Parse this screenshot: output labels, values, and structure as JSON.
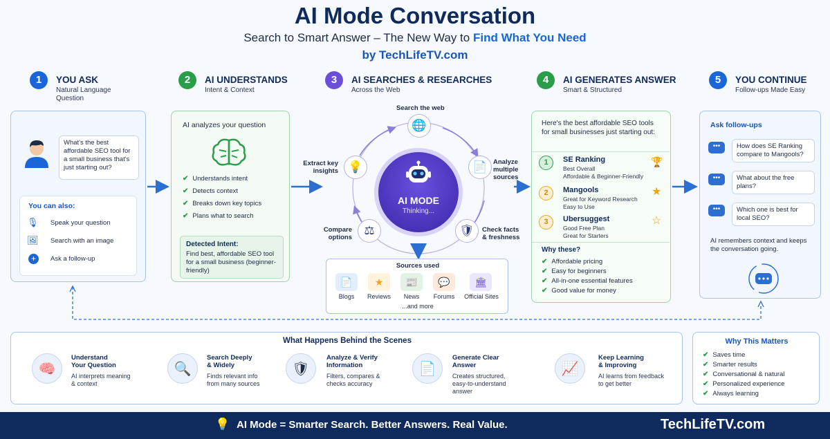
{
  "header": {
    "title": "AI Mode Conversation",
    "subtitle_pre": "Search to Smart Answer – The New Way to ",
    "subtitle_hl": "Find What You Need",
    "byline": "by TechLifeTV.com"
  },
  "steps": [
    {
      "num": "1",
      "title": "YOU ASK",
      "sub": "Natural Language\nQuestion",
      "color": "#1a66d9"
    },
    {
      "num": "2",
      "title": "AI UNDERSTANDS",
      "sub": "Intent & Context",
      "color": "#2a9d4b"
    },
    {
      "num": "3",
      "title": "AI SEARCHES & RESEARCHES",
      "sub": "Across the Web",
      "color": "#6c4fd8"
    },
    {
      "num": "4",
      "title": "AI GENERATES ANSWER",
      "sub": "Smart & Structured",
      "color": "#2a9d4b"
    },
    {
      "num": "5",
      "title": "YOU CONTINUE",
      "sub": "Follow-ups Made Easy",
      "color": "#1a66d9"
    }
  ],
  "panel1": {
    "question": "What's the best affordable SEO tool for a small business that's just starting out?",
    "also_title": "You can also:",
    "options": [
      "Speak your question",
      "Search with an image",
      "Ask a follow-up"
    ]
  },
  "panel2": {
    "title": "AI analyzes your question",
    "items": [
      "Understands intent",
      "Detects context",
      "Breaks down key topics",
      "Plans what to search"
    ],
    "intent_title": "Detected Intent:",
    "intent_text": "Find best, affordable SEO tool for a small business (beginner-friendly)"
  },
  "panel3": {
    "center_title": "AI MODE",
    "center_sub": "Thinking...",
    "search_web": "Search the web",
    "extract": "Extract key\ninsights",
    "analyze": "Analyze\nmultiple\nsources",
    "compare": "Compare\noptions",
    "check": "Check facts\n& freshness",
    "sources_title": "Sources used",
    "sources": [
      "Blogs",
      "Reviews",
      "News",
      "Forums",
      "Official Sites"
    ],
    "sources_more": "...and more"
  },
  "panel4": {
    "intro": "Here's the best affordable SEO tools for small businesses just starting out:",
    "tools": [
      {
        "num": "1",
        "name": "SE Ranking",
        "desc": "Best Overall\nAffordable & Beginner-Friendly",
        "color": "#2a9d4b"
      },
      {
        "num": "2",
        "name": "Mangools",
        "desc": "Great for Keyword Research\nEasy to Use",
        "color": "#f0a416"
      },
      {
        "num": "3",
        "name": "Ubersuggest",
        "desc": "Good Free Plan\nGreat for Starters",
        "color": "#f0a416"
      }
    ],
    "why_title": "Why these?",
    "why_items": [
      "Affordable pricing",
      "Easy for beginners",
      "All-in-one essential features",
      "Good value for money"
    ]
  },
  "panel5": {
    "title": "Ask follow-ups",
    "followups": [
      "How does SE Ranking compare to Mangools?",
      "What about the free plans?",
      "Which one is best for local SEO?"
    ],
    "memory": "AI remembers context and keeps the conversation going."
  },
  "behind": {
    "title": "What Happens Behind the Scenes",
    "stages": [
      {
        "title": "Understand\nYour Question",
        "desc": "AI interprets meaning\n& context",
        "icon": "brain-icon"
      },
      {
        "title": "Search Deeply\n& Widely",
        "desc": "Finds relevant info\nfrom many sources",
        "icon": "magnifier-icon"
      },
      {
        "title": "Analyze & Verify\nInformation",
        "desc": "Filters, compares &\nchecks accuracy",
        "icon": "shield-check-icon"
      },
      {
        "title": "Generate Clear\nAnswer",
        "desc": "Creates structured,\neasy-to-understand\nanswer",
        "icon": "document-icon"
      },
      {
        "title": "Keep Learning\n& Improving",
        "desc": "AI learns from feedback\nto get better",
        "icon": "growth-chart-icon"
      }
    ]
  },
  "why_matters": {
    "title": "Why This Matters",
    "items": [
      "Saves time",
      "Smarter results",
      "Conversational & natural",
      "Personalized experience",
      "Always learning"
    ]
  },
  "footer": {
    "tagline": "AI Mode = Smarter Search. Better Answers. Real Value.",
    "brand": "TechLifeTV.com"
  },
  "colors": {
    "navy": "#0f2a5c",
    "blue": "#1a66d9",
    "green": "#2a9d4b",
    "purple": "#6c4fd8",
    "gold": "#f0a416"
  }
}
